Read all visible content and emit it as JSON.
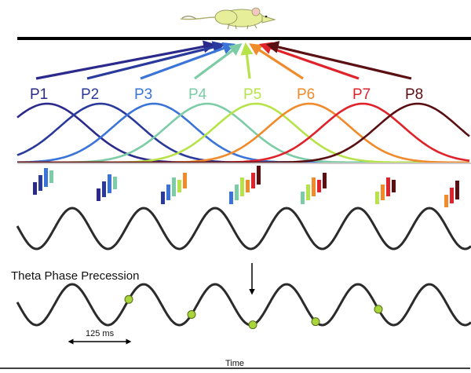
{
  "cells": [
    {
      "label": "P1",
      "color": "#2b2a8c"
    },
    {
      "label": "P2",
      "color": "#2a3a9c"
    },
    {
      "label": "P3",
      "color": "#3b74d8"
    },
    {
      "label": "P4",
      "color": "#7ccca6"
    },
    {
      "label": "P5",
      "color": "#b6e34a"
    },
    {
      "label": "P6",
      "color": "#f08a2a"
    },
    {
      "label": "P7",
      "color": "#e0222a"
    },
    {
      "label": "P8",
      "color": "#5a0f12"
    }
  ],
  "annotations": {
    "section_title": "Theta Phase Precession",
    "period_label": "125 ms",
    "time_label": "Time"
  },
  "colors": {
    "wave": "#2b2b2b",
    "track": "#000000",
    "phase_dot": "#a8d63a",
    "rat": "#e6ee9a"
  },
  "icons": {
    "rat": "rat-icon"
  }
}
